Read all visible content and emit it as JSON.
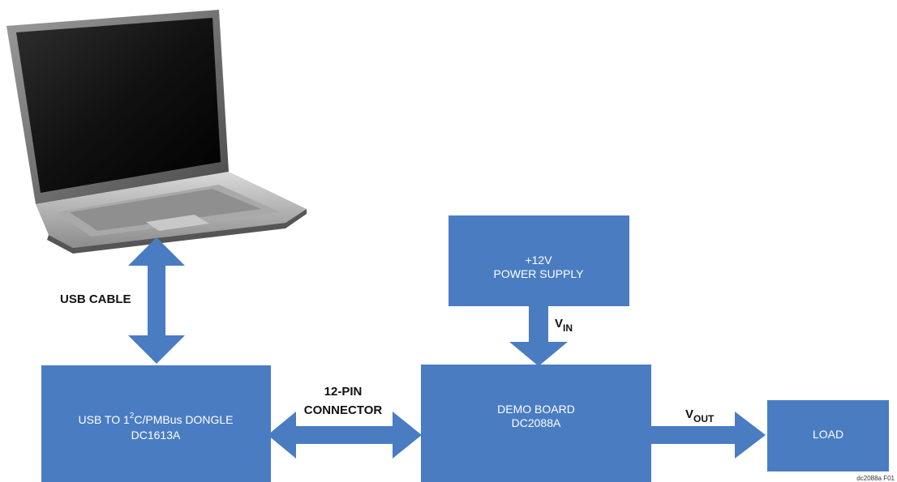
{
  "colors": {
    "block": "#4a7cc2",
    "arrow": "#4a7cc2",
    "text_on_block": "#ffffff",
    "label": "#111111"
  },
  "laptop": {
    "icon": "laptop-computer-icon"
  },
  "blocks": {
    "power_supply": {
      "line1": "+12V",
      "line2": "POWER SUPPLY"
    },
    "dongle": {
      "line1_pre": "USB TO 1",
      "line1_sup": "2",
      "line1_post": "C/PMBus DONGLE",
      "line2": "DC1613A"
    },
    "demo_board": {
      "line1": "DEMO BOARD",
      "line2": "DC2088A"
    },
    "load": {
      "label": "LOAD"
    }
  },
  "connections": {
    "usb_cable": "USB CABLE",
    "pin_connector_line1": "12-PIN",
    "pin_connector_line2": "CONNECTOR",
    "vin_main": "V",
    "vin_sub": "IN",
    "vout_main": "V",
    "vout_sub": "OUT"
  },
  "figure_id": "dc2088a F01"
}
